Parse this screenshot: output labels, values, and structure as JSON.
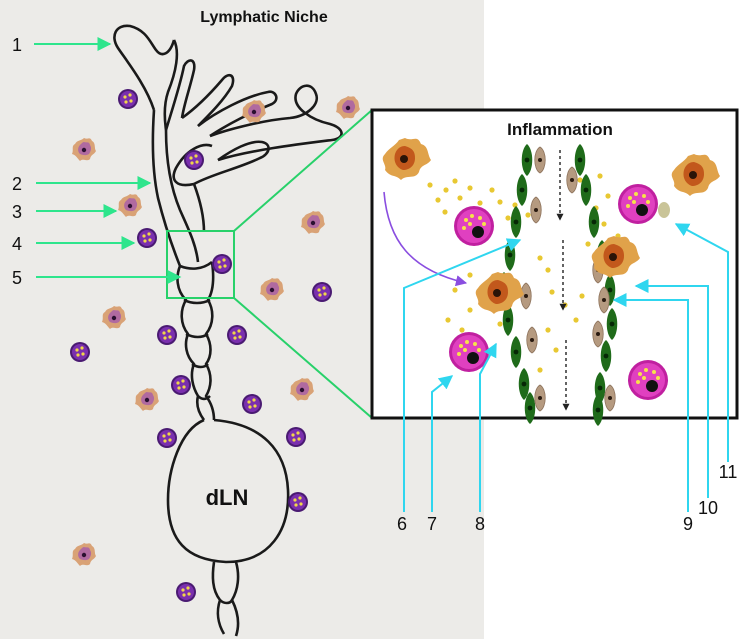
{
  "titles": {
    "left": "Lymphatic Niche",
    "inset": "Inflammation",
    "node": "dLN"
  },
  "callouts": [
    "1",
    "2",
    "3",
    "4",
    "5",
    "6",
    "7",
    "8",
    "9",
    "10",
    "11"
  ],
  "colors": {
    "left_panel_bg": "#ecebe8",
    "green_arrow": "#2ee58c",
    "cyan_arrow": "#2fd6ef",
    "zoom_box": "#28d16a",
    "lymphatic_outline": "#1a1a1a",
    "endothelial_green": "#1f6b1a",
    "pericyte_tan": "#b59a80",
    "macrophage_magenta": "#c020a0",
    "dc_orange": "#d4761e",
    "monocyte_purple": "#4a1a72",
    "particle_yellow": "#e8c832",
    "flow_arrow_purple": "#8a4ee0"
  },
  "icons": [
    "dendritic-cell-icon",
    "monocyte-icon",
    "macrophage-icon",
    "endothelial-cell-icon",
    "pericyte-icon"
  ]
}
